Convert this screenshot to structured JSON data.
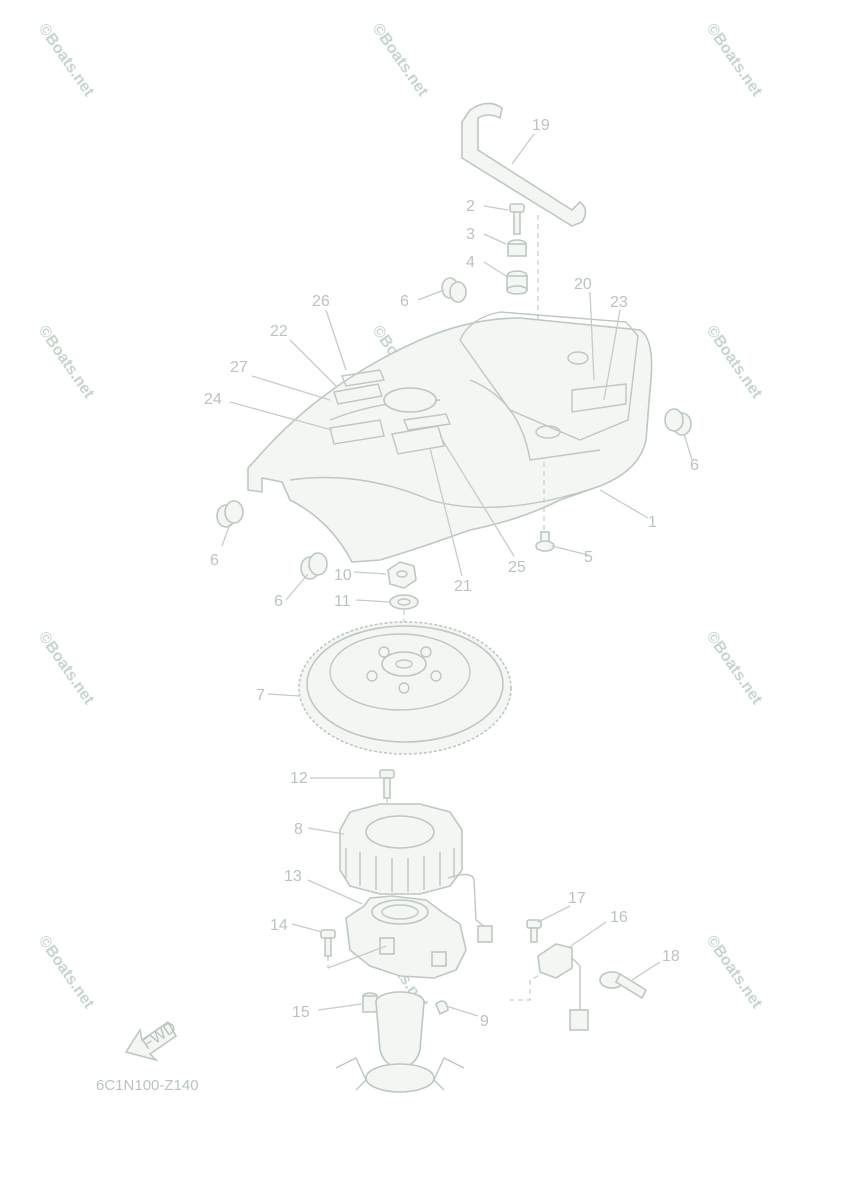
{
  "diagram": {
    "code": "6C1N100-Z140",
    "fwd_label": "FWD",
    "watermark": "©Boats.net",
    "callouts": {
      "n1": "1",
      "n2": "2",
      "n3": "3",
      "n4": "4",
      "n5": "5",
      "n6a": "6",
      "n6b": "6",
      "n6c": "6",
      "n6d": "6",
      "n7": "7",
      "n8": "8",
      "n9": "9",
      "n10": "10",
      "n11": "11",
      "n12": "12",
      "n13": "13",
      "n14": "14",
      "n15": "15",
      "n16": "16",
      "n17": "17",
      "n18": "18",
      "n19": "19",
      "n20": "20",
      "n21": "21",
      "n22": "22",
      "n23": "23",
      "n24": "24",
      "n25": "25",
      "n26": "26",
      "n27": "27"
    }
  }
}
